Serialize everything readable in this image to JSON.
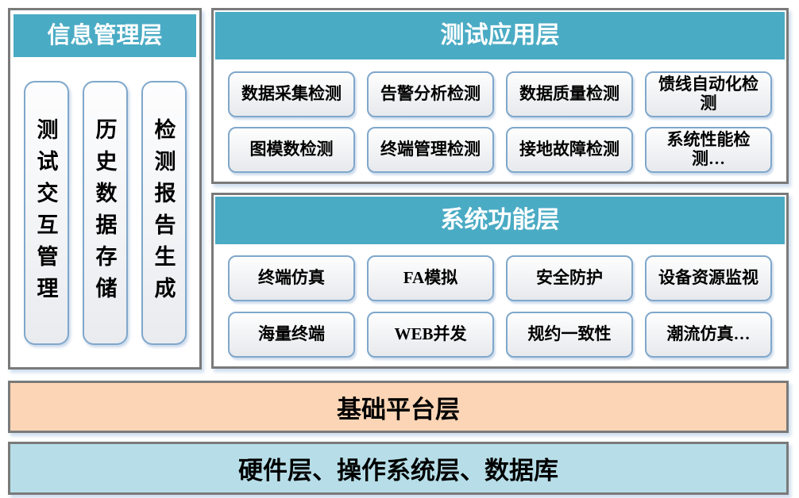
{
  "colors": {
    "header_teal": "#4AABC4",
    "panel_border_gray": "#7A7A7A",
    "node_border_blue": "#7FA7CB",
    "platform_bar_orange": "#FBD5B5",
    "base_bar_blue": "#B7DEE8"
  },
  "diagram": {
    "info_panel": {
      "title": "信息管理层",
      "pills": [
        "测试交互管理",
        "历史数据存储",
        "检测报告生成"
      ]
    },
    "app_panel": {
      "title": "测试应用层",
      "buttons": [
        "数据采集检测",
        "告警分析检测",
        "数据质量检测",
        "馈线自动化检测",
        "图模数检测",
        "终端管理检测",
        "接地故障检测",
        "系统性能检测…"
      ]
    },
    "func_panel": {
      "title": "系统功能层",
      "buttons": [
        "终端仿真",
        "FA模拟",
        "安全防护",
        "设备资源监视",
        "海量终端",
        "WEB并发",
        "规约一致性",
        "潮流仿真…"
      ]
    },
    "platform_bar": {
      "label": "基础平台层"
    },
    "base_bar": {
      "label": "硬件层、操作系统层、数据库"
    }
  }
}
